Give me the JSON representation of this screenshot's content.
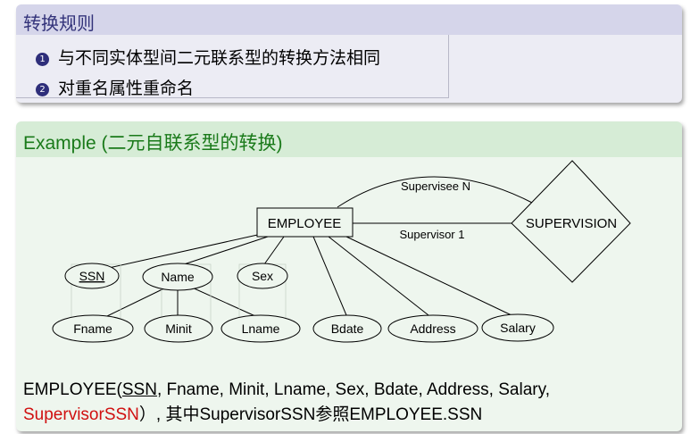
{
  "rules": {
    "title": "转换规则",
    "items": [
      {
        "num": "1",
        "text": "与不同实体型间二元联系型的转换方法相同"
      },
      {
        "num": "2",
        "text": "对重名属性重命名"
      }
    ]
  },
  "example": {
    "title": "Example (二元自联系型的转换)",
    "diagram": {
      "entity": "EMPLOYEE",
      "relationship": "SUPERVISION",
      "role_top": "Supervisee N",
      "role_bottom": "Supervisor 1",
      "attributes": {
        "ssn": "SSN",
        "name": "Name",
        "sex": "Sex",
        "fname": "Fname",
        "minit": "Minit",
        "lname": "Lname",
        "bdate": "Bdate",
        "address": "Address",
        "salary": "Salary"
      }
    },
    "relation": {
      "prefix": "EMPLOYEE(",
      "key": "SSN",
      "attrs": ", Fname, Minit, Lname, Sex, Bdate, Address, Salary,",
      "fk": "SupervisorSSN",
      "suffix": "）, 其中SupervisorSSN参照EMPLOYEE.SSN"
    }
  }
}
